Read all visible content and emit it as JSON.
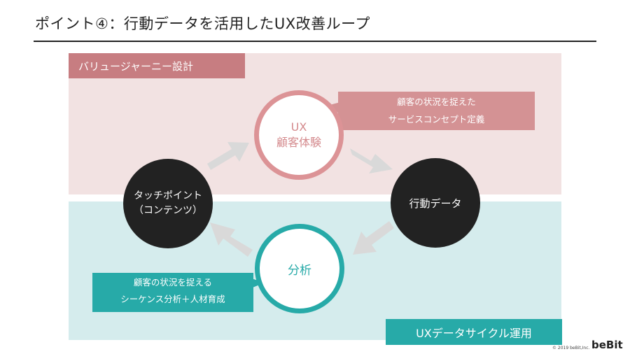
{
  "header": {
    "title": "ポイント④：行動データを活用したUX改善ループ"
  },
  "bands": {
    "top_label": "バリュージャーニー設計",
    "bottom_label": "UXデータサイクル運用"
  },
  "callouts": {
    "top": [
      "顧客の状況を捉えた",
      "サービスコンセプト定義"
    ],
    "bottom": [
      "顧客の状況を捉える",
      "シーケンス分析＋人材育成"
    ]
  },
  "nodes": {
    "ux": [
      "UX",
      "顧客体験"
    ],
    "data": "行動データ",
    "analysis": "分析",
    "touchpoint": [
      "タッチポイント",
      "（コンテンツ）"
    ]
  },
  "footer": {
    "copyright": "© 2019 beBit,Inc.",
    "logo": "beBit"
  },
  "colors": {
    "pink_band": "#f2e2e2",
    "pink_accent": "#dc9396",
    "teal_band": "#d5eced",
    "teal_accent": "#27aaa8",
    "dark_node": "#222222",
    "arrow": "#d9d9d9"
  }
}
